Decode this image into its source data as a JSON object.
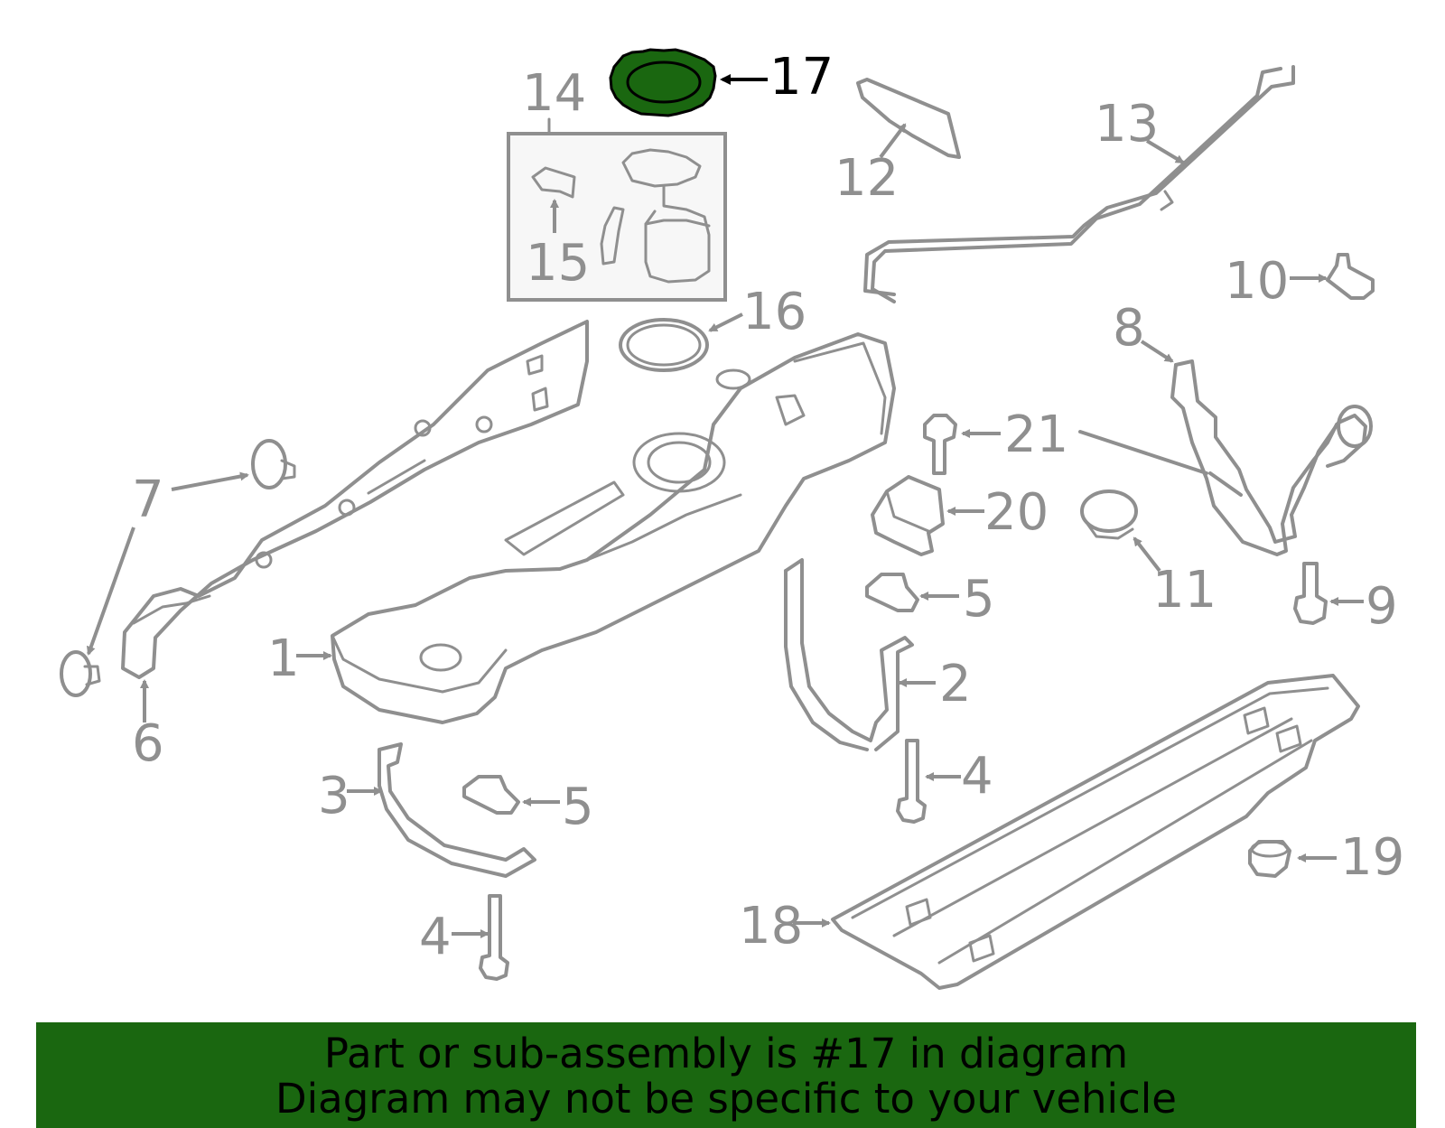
{
  "diagram": {
    "highlight_color": "#1a6710",
    "highlighted_part": "17",
    "callouts": {
      "c1": "1",
      "c2": "2",
      "c3": "3",
      "c4a": "4",
      "c4b": "4",
      "c5a": "5",
      "c5b": "5",
      "c6": "6",
      "c7": "7",
      "c8": "8",
      "c9": "9",
      "c10": "10",
      "c11": "11",
      "c12": "12",
      "c13": "13",
      "c14": "14",
      "c15": "15",
      "c16": "16",
      "c17": "17",
      "c18": "18",
      "c19": "19",
      "c20": "20",
      "c21": "21"
    }
  },
  "banner": {
    "line1": "Part or sub-assembly is #17 in diagram",
    "line2": "Diagram may not be specific to your vehicle"
  }
}
